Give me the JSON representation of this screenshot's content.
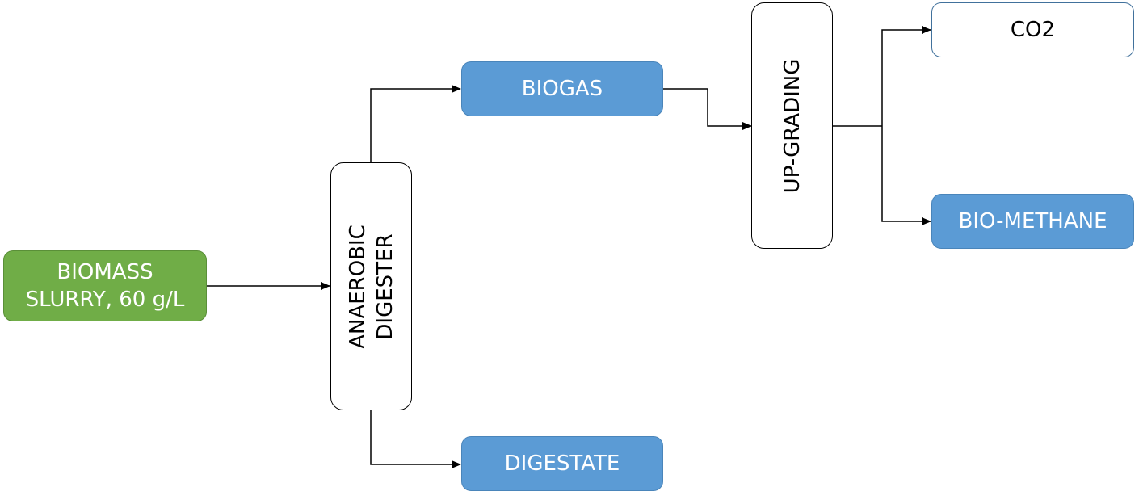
{
  "nodes": {
    "biomass": {
      "line1": "BIOMASS",
      "line2": "SLURRY, 60 g/L"
    },
    "digester": {
      "line1": "ANAEROBIC",
      "line2": "DIGESTER"
    },
    "biogas": {
      "label": "BIOGAS"
    },
    "digestate": {
      "label": "DIGESTATE"
    },
    "upgrading": {
      "label": "UP-GRADING"
    },
    "co2": {
      "label": "CO2"
    },
    "biomethane": {
      "label": "BIO-METHANE"
    }
  },
  "colors": {
    "feed": "#70ad47",
    "product": "#5b9bd5",
    "process_border": "#000000",
    "arrow": "#000000"
  }
}
